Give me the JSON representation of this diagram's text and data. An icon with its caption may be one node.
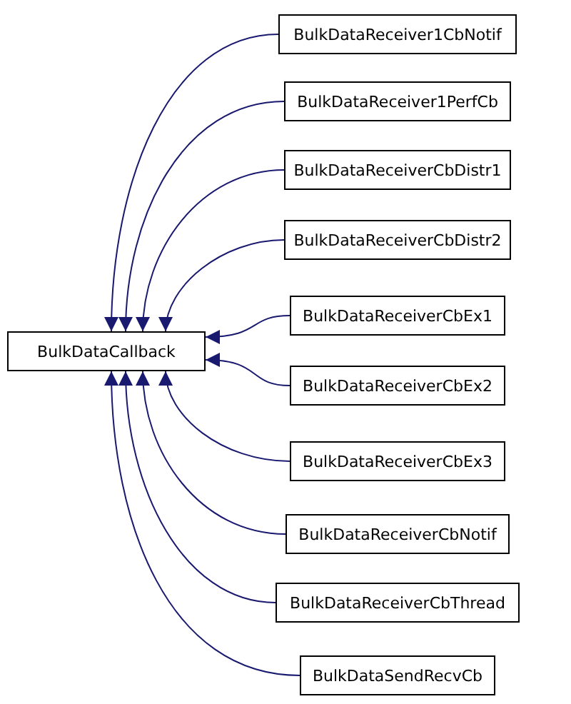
{
  "diagram": {
    "nodes": [
      {
        "text": [
          "BulkDataCallback"
        ]
      },
      {
        "text": [
          "BulkDataReceiver1CbNotif"
        ]
      },
      {
        "text": [
          "BulkDataReceiver1PerfCb"
        ]
      },
      {
        "text": [
          "BulkDataReceiverCbDistr1"
        ]
      },
      {
        "text": [
          "BulkDataReceiverCbDistr2"
        ]
      },
      {
        "text": [
          "BulkDataReceiverCbEx1"
        ]
      },
      {
        "text": [
          "BulkDataReceiverCbEx2"
        ]
      },
      {
        "text": [
          "BulkDataReceiverCbEx3"
        ]
      },
      {
        "text": [
          "BulkDataReceiverCbNotif"
        ]
      },
      {
        "text": [
          "BulkDataReceiverCbThread"
        ]
      },
      {
        "text": [
          "BulkDataSendRecvCb"
        ]
      }
    ],
    "edges": [
      {
        "from": 1,
        "to": 0,
        "arrow": "to"
      },
      {
        "from": 2,
        "to": 0,
        "arrow": "to"
      },
      {
        "from": 3,
        "to": 0,
        "arrow": "to"
      },
      {
        "from": 4,
        "to": 0,
        "arrow": "to"
      },
      {
        "from": 5,
        "to": 0,
        "arrow": "to"
      },
      {
        "from": 6,
        "to": 0,
        "arrow": "to"
      },
      {
        "from": 7,
        "to": 0,
        "arrow": "to"
      },
      {
        "from": 8,
        "to": 0,
        "arrow": "to"
      },
      {
        "from": 9,
        "to": 0,
        "arrow": "to"
      },
      {
        "from": 10,
        "to": 0,
        "arrow": "to"
      }
    ]
  }
}
